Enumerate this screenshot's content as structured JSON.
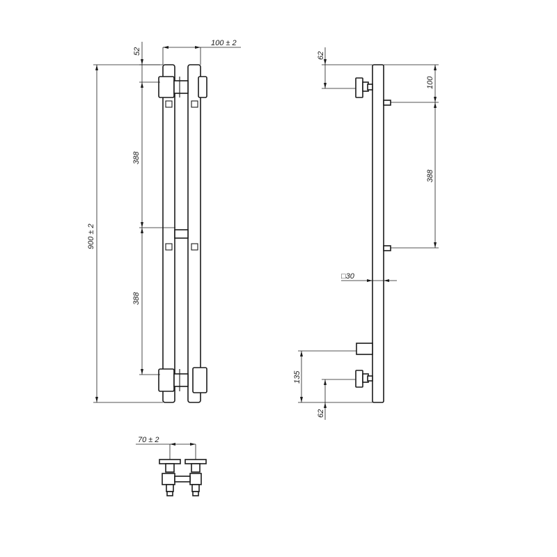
{
  "colors": {
    "line": "#1a1a1a",
    "background": "#ffffff"
  },
  "front_view": {
    "dim_top_offset": "52",
    "dim_width": "100 ± 2",
    "dim_total_height": "900 ± 2",
    "dim_upper_span": "388",
    "dim_lower_span": "388"
  },
  "side_view": {
    "dim_top_offset": "62",
    "dim_first_mount": "100",
    "dim_mount_span": "388",
    "dim_profile": "□30",
    "dim_lower_mount": "135",
    "dim_bottom_offset": "62"
  },
  "bottom_view": {
    "dim_pipe_spacing": "70 ± 2"
  }
}
